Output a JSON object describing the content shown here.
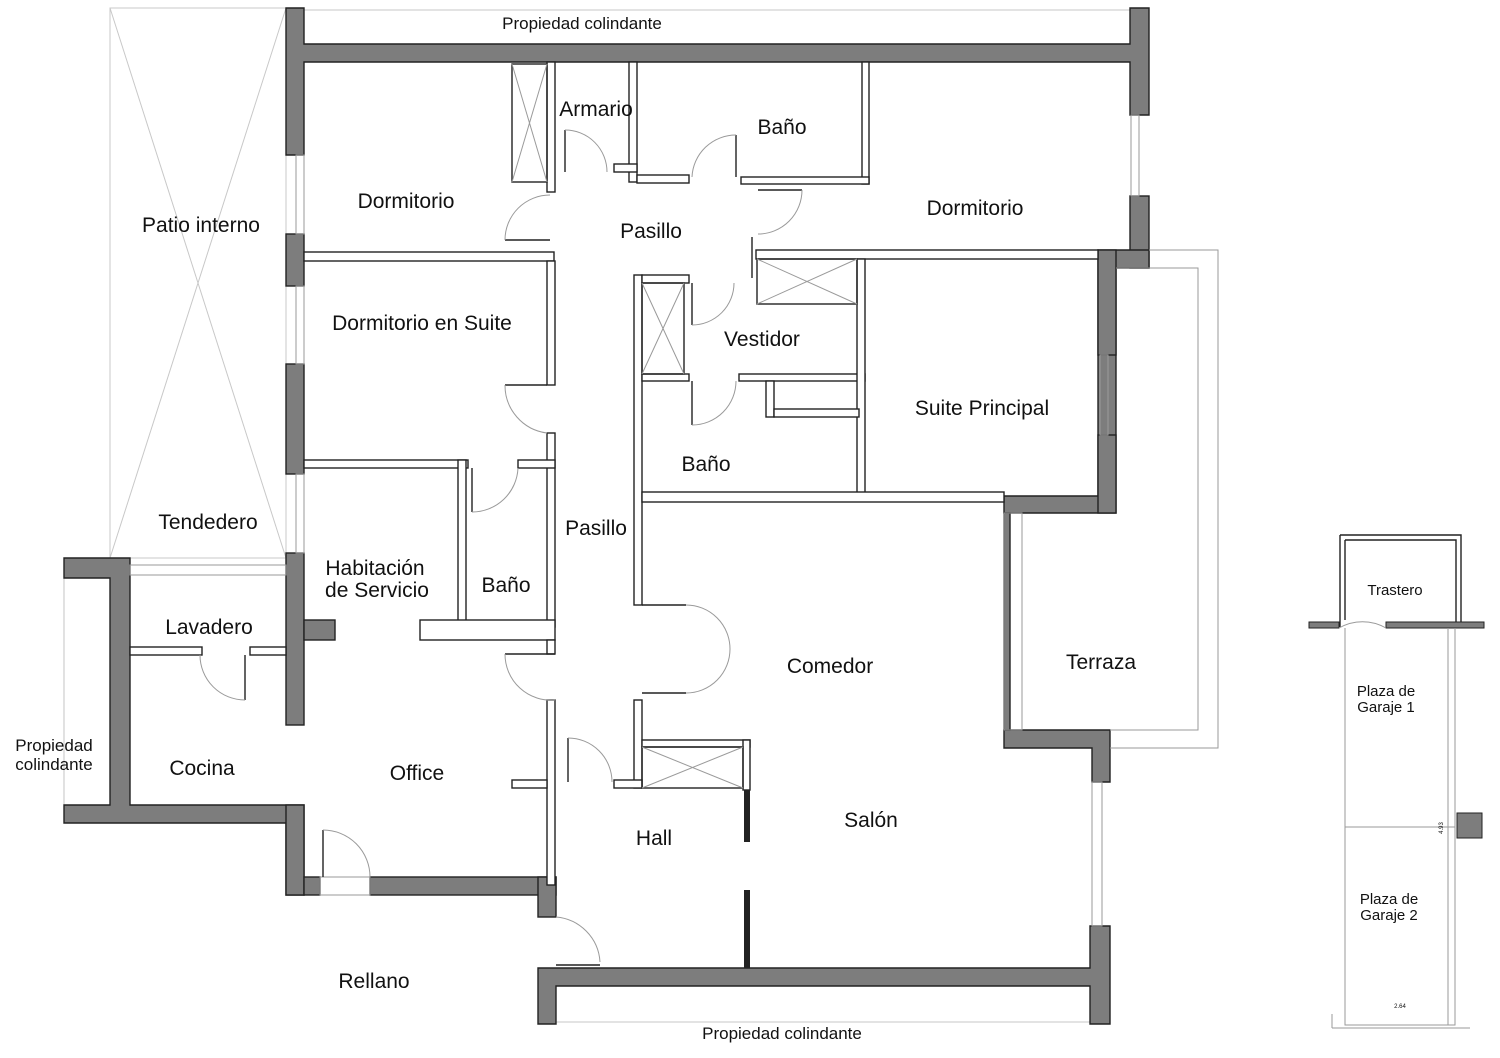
{
  "title": "",
  "rooms": {
    "propiedad_colindante_top": "Propiedad colindante",
    "propiedad_colindante_bottom": "Propiedad colindante",
    "propiedad_colindante_left_1": "Propiedad",
    "propiedad_colindante_left_2": "colindante",
    "armario": "Armario",
    "bano_top": "Baño",
    "dormitorio_left": "Dormitorio",
    "dormitorio_right": "Dormitorio",
    "pasillo_top": "Pasillo",
    "patio_interno": "Patio interno",
    "dormitorio_suite": "Dormitorio en Suite",
    "vestidor": "Vestidor",
    "suite_principal": "Suite Principal",
    "bano_middle": "Baño",
    "tendedero": "Tendedero",
    "pasillo_middle": "Pasillo",
    "habitacion_servicio_1": "Habitación",
    "habitacion_servicio_2": "de Servicio",
    "bano_service": "Baño",
    "lavadero": "Lavadero",
    "comedor": "Comedor",
    "terraza": "Terraza",
    "cocina": "Cocina",
    "office": "Office",
    "hall": "Hall",
    "salon": "Salón",
    "rellano": "Rellano"
  },
  "garage": {
    "trastero": "Trastero",
    "plaza1_line1": "Plaza de",
    "plaza1_line2": "Garaje 1",
    "plaza2_line1": "Plaza de",
    "plaza2_line2": "Garaje 2",
    "dim_bottom": "2.64",
    "dim_side": "4.93"
  },
  "colors": {
    "wall_fill": "#7d7d7d",
    "line": "#222222",
    "background": "#ffffff"
  }
}
